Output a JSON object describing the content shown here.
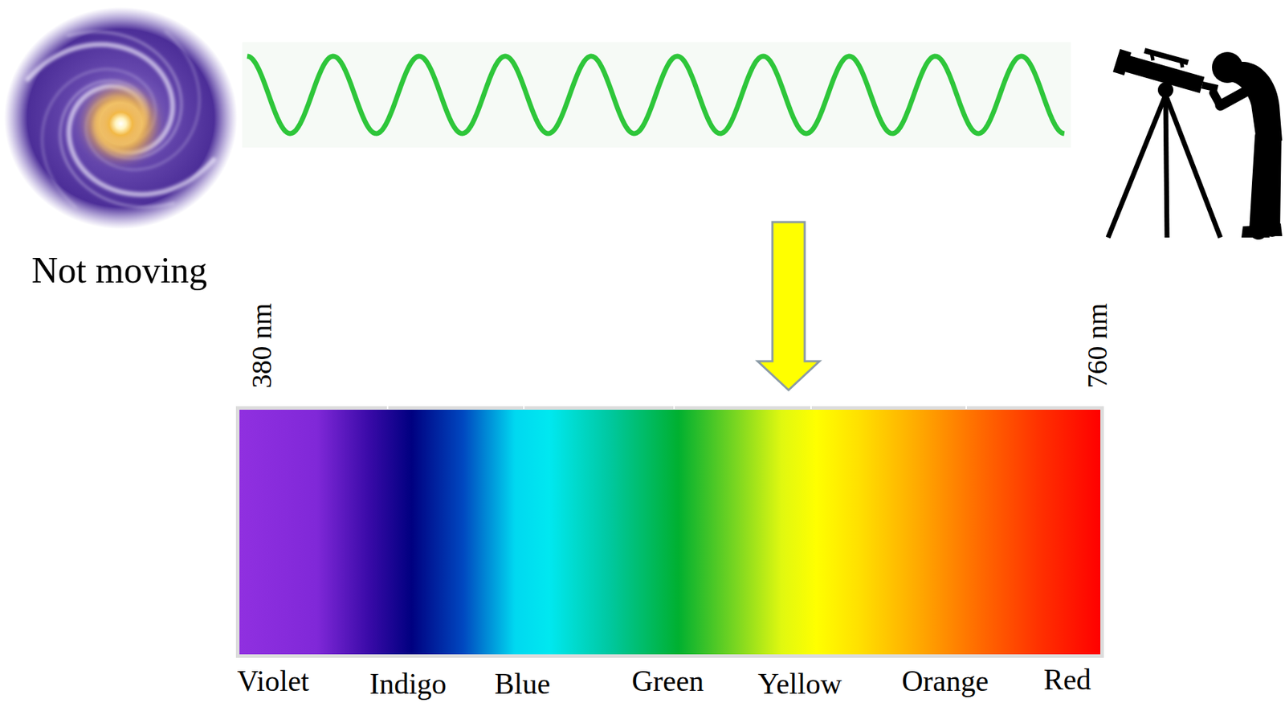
{
  "diagram": {
    "labels": [
      "Not moving",
      "380 nm",
      "760 nm",
      "Violet",
      "Indigo",
      "Blue",
      "Green",
      "Yellow",
      "Orange",
      "Red"
    ]
  }
}
